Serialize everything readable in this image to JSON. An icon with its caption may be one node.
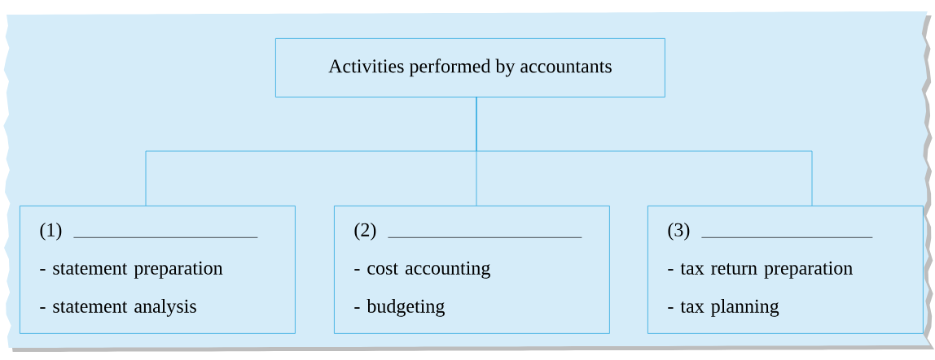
{
  "diagram": {
    "nodes": [
      {
        "text": [
          "Activities performed by accountants"
        ]
      },
      {
        "text": [
          "(1)",
          "- statement preparation",
          "- statement analysis"
        ]
      },
      {
        "text": [
          "(2)",
          "- cost accounting",
          "- budgeting"
        ]
      },
      {
        "text": [
          "(3)",
          "- tax return preparation",
          "- tax planning"
        ]
      }
    ],
    "edges": [
      {
        "from": 0,
        "to": 1,
        "arrow": "none"
      },
      {
        "from": 0,
        "to": 2,
        "arrow": "none"
      },
      {
        "from": 0,
        "to": 3,
        "arrow": "none"
      }
    ]
  }
}
